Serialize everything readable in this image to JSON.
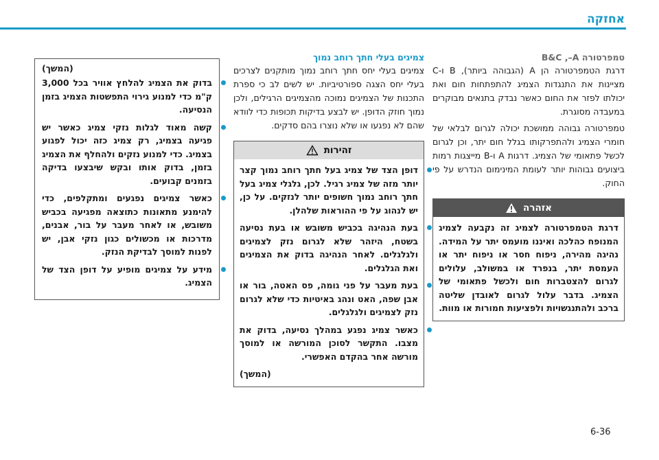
{
  "header": {
    "title": "אחזקה"
  },
  "col1": {
    "subheading": "טמפרטורה B&C ,–A",
    "paragraph1": "דרגת הטמפרטורה הן A (הגבוהה ביותר), B ו-C מציינות את התנגדות הצמיג להתפתחות חום ואת יכולתו לפזר את החום כאשר נבדק בתנאים מבוקרים במעבדה מסוגרת.",
    "paragraph2": "טמפרטורה גבוהה ממושכת יכולה לגרום לבלאי של חומרי הצמיג ולהתפרקותו בגלל חום יתר, וכן לגרום לכשל פתאומי של הצמיג. דרגות A ו-B מייצגות רמות ביצועים גבוהות יותר לעומת המינימום הנדרש על פי החוק.",
    "warning": {
      "title": "אזהרה",
      "body": "דרגת הטמפרטורה לצמיג זה נקבעה לצמיג המנופח כהלכה ואיננו מועמס יתר על המידה. נהיגה מהירה, ניפוח חסר או ניפוח יתר או העמסת יתר, בנפרד או במשולב, עלולים לגרום להצטברות חום ולכשל פתאומי של הצמיג. בדבר עלול לגרום לאובדן שליטה ברכב ולהתנגשויות ולפציעות חמורות או מוות."
    }
  },
  "col2": {
    "subheading": "צמיגים בעלי חתך רוחב נמוך",
    "paragraph": "צמיגים בעלי יחס חתך רוחב נמוך מותקנים לצרכים בעלי יחס הצגה ספורטיביות. יש לשים לב כי ספרת התכנות של הצמיגים נמוכה מהצמיגים הרגילים, ולכן נמוך חוזק הדופן. יש לבצע בדיקות תכופות כדי לוודא שהם לא נפגעו או שלא נוצרו בהם סדקים.",
    "caution": {
      "title": "זהירות",
      "p1": "דופן הצד של צמיג בעל חתך רוחב נמוך קצר יותר מזה של צמיג רגיל. לכן, גלגלי צמיג בעל חתך רוחב נמוך חשופים יותר לנזקים. על כן, יש לנהוג על פי ההוראות שלהלן.",
      "p2": "בעת הנהיגה בכביש משובש או בעת נסיעה בשטח, היזהר שלא לגרום נזק לצמיגים ולגלגלים. לאחר הנהיגה בדוק את הצמיגים ואת הגלגלים.",
      "p3": "בעת מעבר על פני גומה, פס האטה, בור או אבן שפה, האט ונהג באיטיות כדי שלא לגרום נזק לצמיגים ולגלגלים.",
      "p4": "כאשר צמיג נפגע במהלך נסיעה, בדוק את מצבו. התקשר לסוכן המורשה או למוסך מורשה אחר בהקדם האפשרי.",
      "continued": "(המשך)"
    }
  },
  "col3": {
    "continued": "(המשך)",
    "items": [
      "בדוק את הצמיג להלחץ אוויר בכל 3,000 ק\"מ כדי למנוע גירוי התפשטות הצמיג בזמן הנסיעה.",
      "קשה מאוד לגלות נזקי צמיג כאשר יש פגיעה בצמיג, רק צמיג כזה יכול לפגוע בצמיג. כדי למנוע נזקים ולהחלף את הצמיג בזמן, בדוק אותו ובקש שיבצעו בדיקה בזמנים קבועים.",
      "כאשר צמיגים נפגעים ומתקלפים, כדי להימנע מתאונות כתוצאה מפגיעה בכביש משובש, או לאחר מעבר על בור, אבנים, מדרכות או מכשולים כגון נזקי אבן, יש לפנות למוסך לבדיקת הנזק.",
      "מידע על צמיגים מופיע על דופן הצד של הצמיג."
    ]
  },
  "footer": {
    "page_number": "6-36"
  },
  "colors": {
    "accent": "#1a9ac9",
    "box_dark": "#555555",
    "box_light": "#dcdcdc"
  }
}
